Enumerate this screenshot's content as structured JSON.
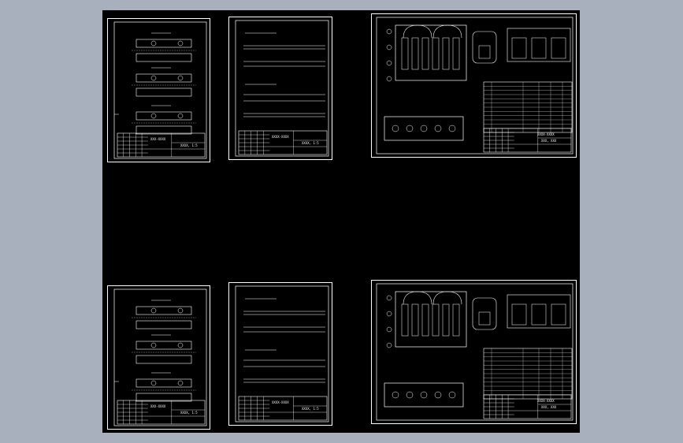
{
  "viewport": {
    "background": "#000000",
    "chrome": "#a9b0bd",
    "line_color": "#ffffff"
  },
  "sheets": [
    {
      "kind": "part-drawing",
      "caption_a": "XXX-XXXX",
      "caption_b": "XXXX, 1:5"
    },
    {
      "kind": "long-part",
      "caption_a": "XXXX-XXXX",
      "caption_b": "XXXX, 1:5"
    },
    {
      "kind": "assembly",
      "caption_a": "XXXX-XXXX",
      "caption_b": "XXX, XXX"
    },
    {
      "kind": "part-drawing",
      "caption_a": "XXX-XXXX",
      "caption_b": "XXXX, 1:5"
    },
    {
      "kind": "long-part",
      "caption_a": "XXXX-XXXX",
      "caption_b": "XXXX, 1:5"
    },
    {
      "kind": "assembly",
      "caption_a": "XXXX-XXXX",
      "caption_b": "XXX, XXX"
    }
  ]
}
